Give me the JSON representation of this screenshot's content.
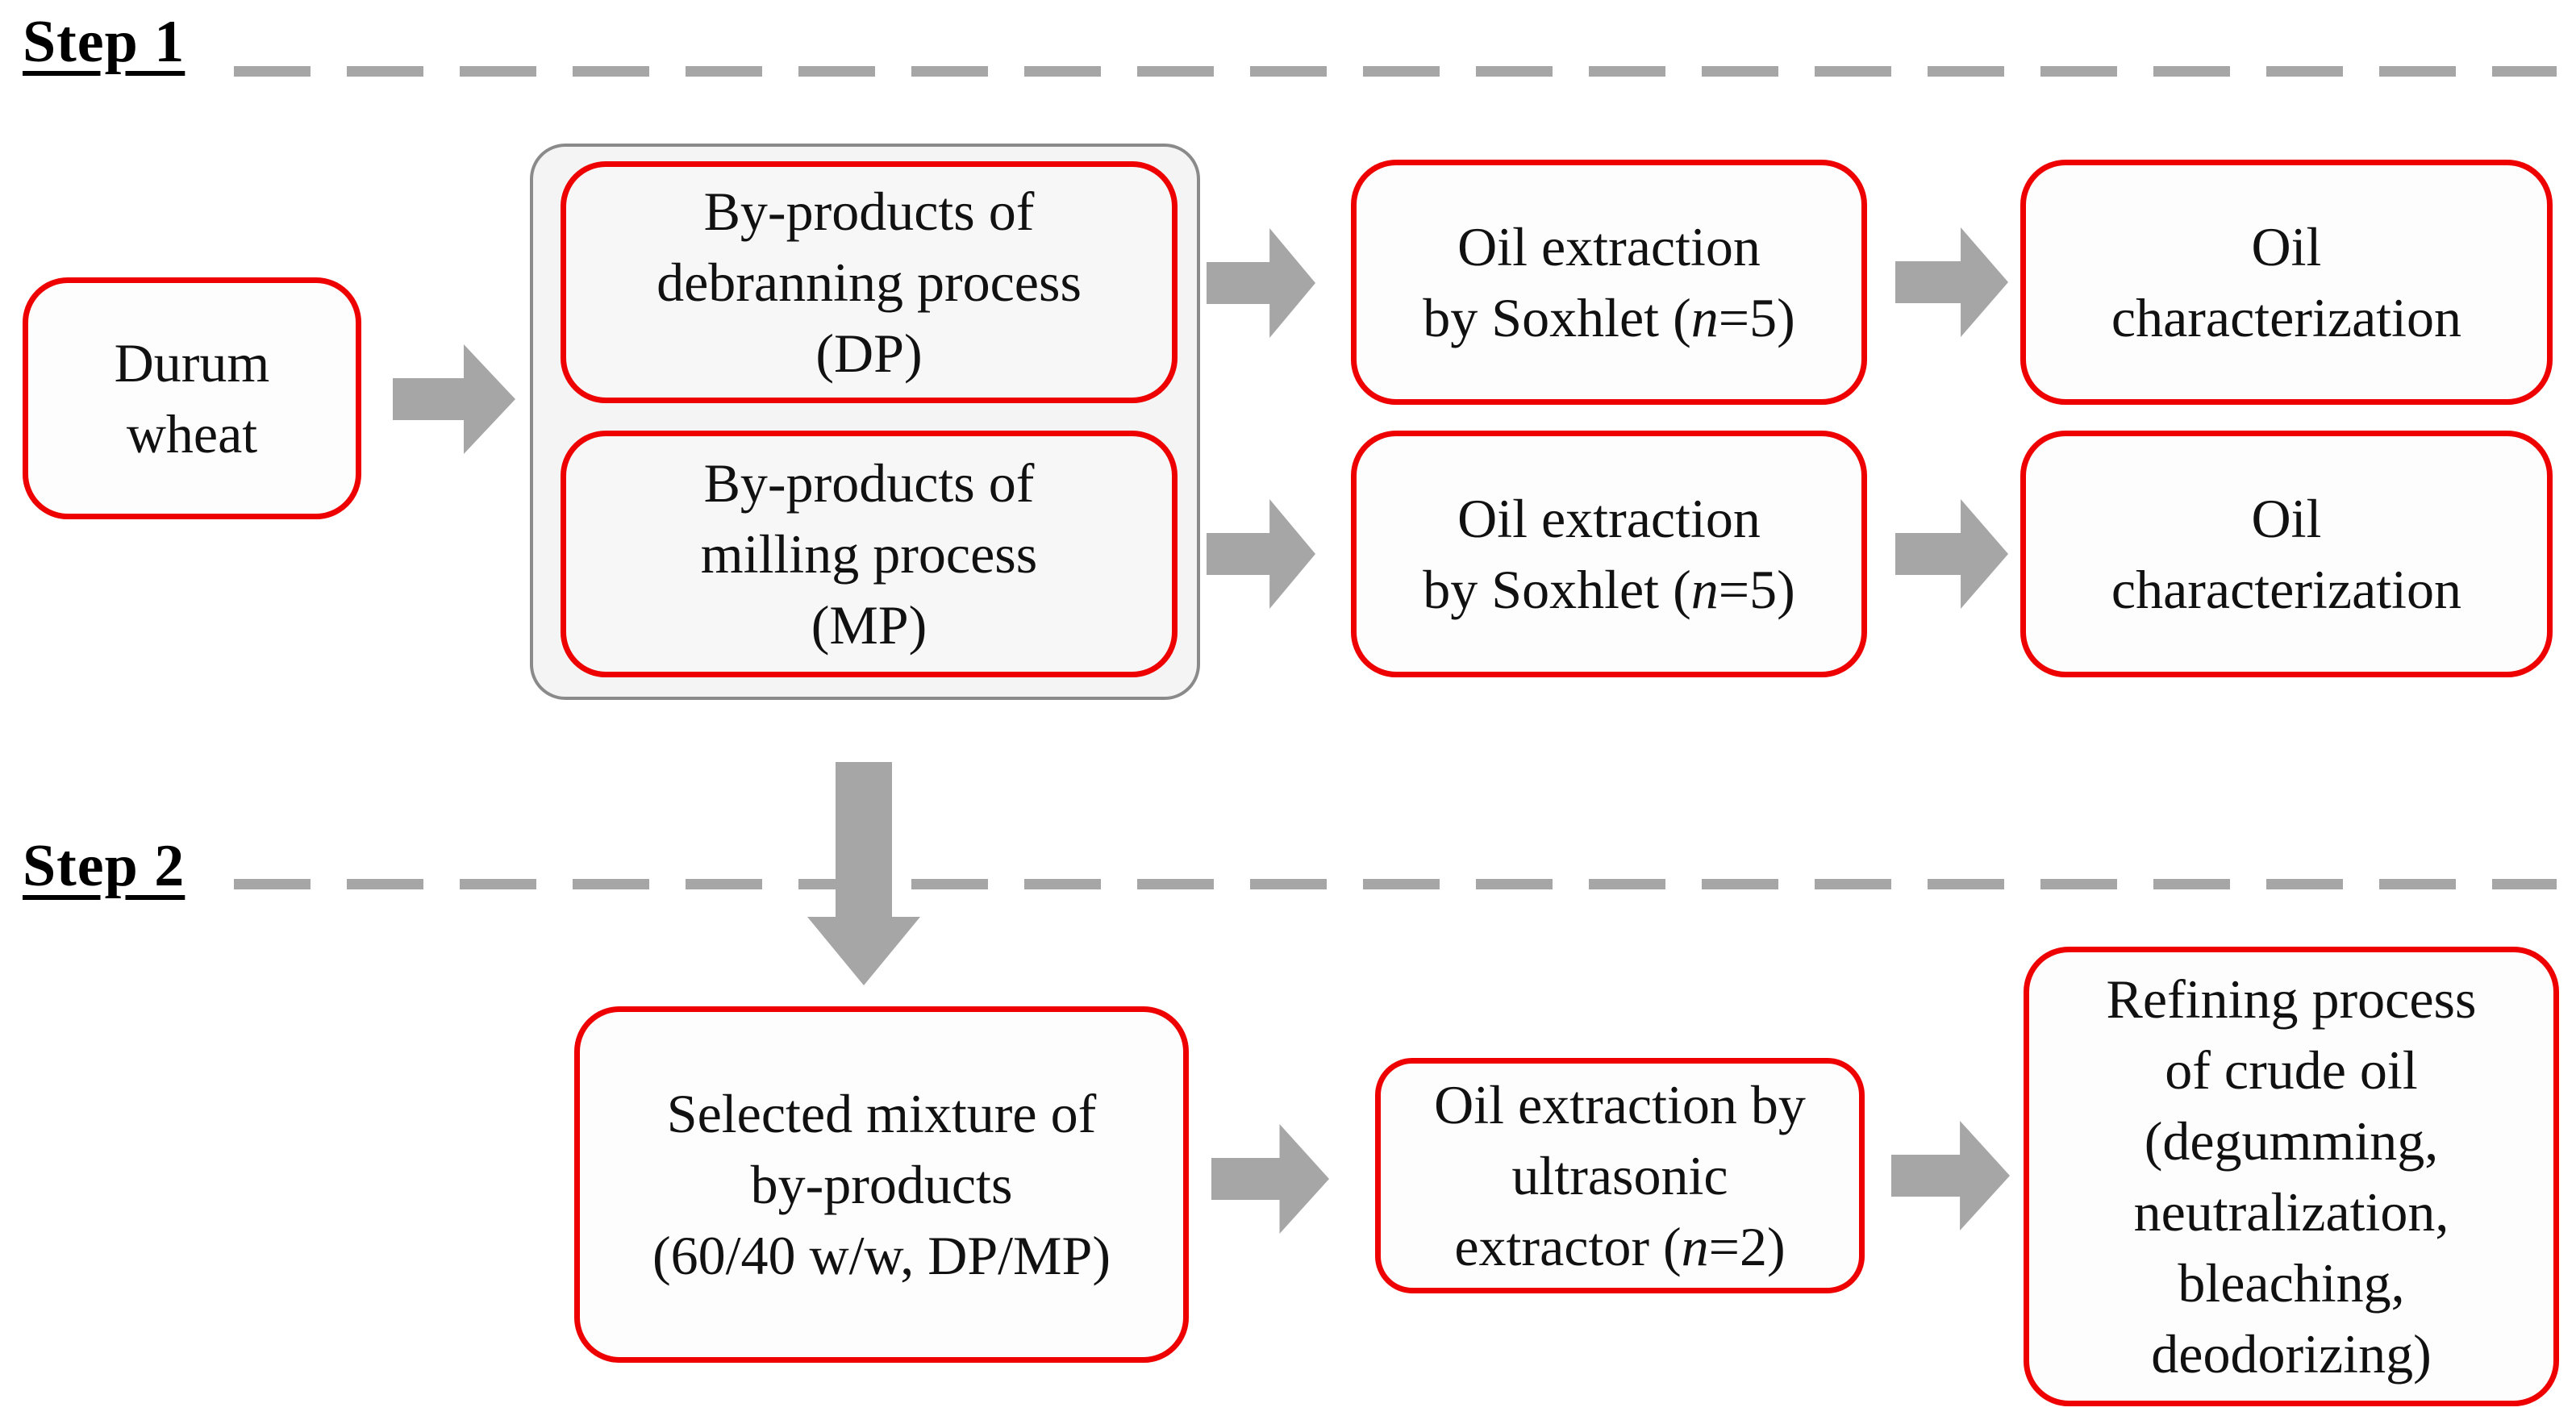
{
  "figure": {
    "type": "flowchart",
    "description": "Two-step experimental scheme for oil extraction from durum wheat by-products",
    "background": "#ffffff"
  },
  "colors": {
    "box_border_red": "#ee0000",
    "arrow_gray": "#a6a6a6",
    "dashed_line_gray": "#a6a6a6",
    "group_border_gray": "#8a8a8a",
    "group_fill": "#f4f4f4",
    "text": "#111111"
  },
  "step_dividers": [
    {
      "label": "Step 1"
    },
    {
      "label": "Step 2"
    }
  ],
  "nodes": {
    "durum_wheat": {
      "lines": [
        [
          {
            "t": "Durum"
          }
        ],
        [
          {
            "t": "wheat"
          }
        ]
      ]
    },
    "byproducts_debranning": {
      "lines": [
        [
          {
            "t": "By-products of"
          }
        ],
        [
          {
            "t": "debranning process"
          }
        ],
        [
          {
            "t": "(DP)"
          }
        ]
      ]
    },
    "byproducts_milling": {
      "lines": [
        [
          {
            "t": "By-products of"
          }
        ],
        [
          {
            "t": "milling process"
          }
        ],
        [
          {
            "t": "(MP)"
          }
        ]
      ]
    },
    "oil_extraction_soxhlet_dp": {
      "lines": [
        [
          {
            "t": "Oil extraction"
          }
        ],
        [
          {
            "t": "by Soxhlet ("
          },
          {
            "t": "n",
            "i": true
          },
          {
            "t": "=5)"
          }
        ]
      ]
    },
    "oil_characterization_dp": {
      "lines": [
        [
          {
            "t": "Oil"
          }
        ],
        [
          {
            "t": "characterization"
          }
        ]
      ]
    },
    "oil_extraction_soxhlet_mp": {
      "lines": [
        [
          {
            "t": "Oil extraction"
          }
        ],
        [
          {
            "t": "by Soxhlet ("
          },
          {
            "t": "n",
            "i": true
          },
          {
            "t": "=5)"
          }
        ]
      ]
    },
    "oil_characterization_mp": {
      "lines": [
        [
          {
            "t": "Oil"
          }
        ],
        [
          {
            "t": "characterization"
          }
        ]
      ]
    },
    "selected_mixture": {
      "lines": [
        [
          {
            "t": "Selected mixture of"
          }
        ],
        [
          {
            "t": "by-products"
          }
        ],
        [
          {
            "t": "(60/40 w/w, DP/MP)"
          }
        ]
      ]
    },
    "oil_extraction_ultrasonic": {
      "lines": [
        [
          {
            "t": "Oil extraction by"
          }
        ],
        [
          {
            "t": "ultrasonic"
          }
        ],
        [
          {
            "t": "extractor ("
          },
          {
            "t": "n",
            "i": true
          },
          {
            "t": "=2)"
          }
        ]
      ]
    },
    "refining_process": {
      "lines": [
        [
          {
            "t": "Refining process"
          }
        ],
        [
          {
            "t": "of crude oil"
          }
        ],
        [
          {
            "t": "(degumming,"
          }
        ],
        [
          {
            "t": "neutralization,"
          }
        ],
        [
          {
            "t": "bleaching,"
          }
        ],
        [
          {
            "t": "deodorizing)"
          }
        ]
      ]
    }
  }
}
